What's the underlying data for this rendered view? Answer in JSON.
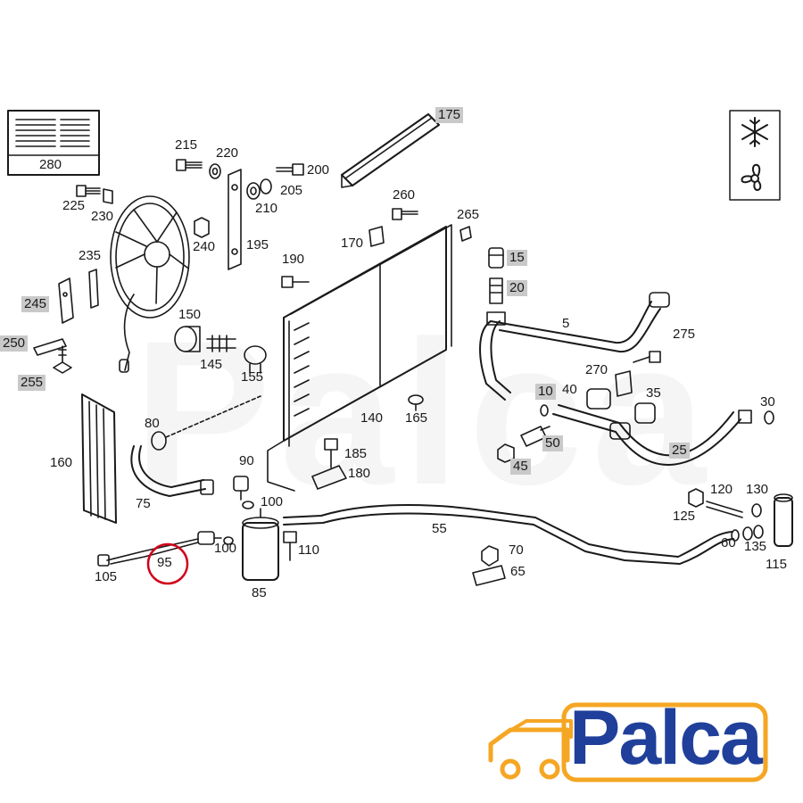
{
  "logo": {
    "text": "Palca"
  },
  "watermark": {
    "text": "Palca"
  },
  "highlight_color": "#d0021b",
  "brand_blue": "#1f3f9b",
  "brand_orange": "#f5a623",
  "icons": [
    "snowflake-icon",
    "fan-icon"
  ],
  "labels": [
    {
      "id": "280",
      "text": "280"
    },
    {
      "id": "175",
      "text": "175"
    },
    {
      "id": "215",
      "text": "215"
    },
    {
      "id": "220",
      "text": "220"
    },
    {
      "id": "200",
      "text": "200"
    },
    {
      "id": "205",
      "text": "205"
    },
    {
      "id": "210",
      "text": "210"
    },
    {
      "id": "225",
      "text": "225"
    },
    {
      "id": "230",
      "text": "230"
    },
    {
      "id": "240",
      "text": "240"
    },
    {
      "id": "195",
      "text": "195"
    },
    {
      "id": "260",
      "text": "260"
    },
    {
      "id": "265",
      "text": "265"
    },
    {
      "id": "170",
      "text": "170"
    },
    {
      "id": "235",
      "text": "235"
    },
    {
      "id": "190",
      "text": "190"
    },
    {
      "id": "15",
      "text": "15"
    },
    {
      "id": "20",
      "text": "20"
    },
    {
      "id": "245",
      "text": "245"
    },
    {
      "id": "150",
      "text": "150"
    },
    {
      "id": "5",
      "text": "5"
    },
    {
      "id": "275",
      "text": "275"
    },
    {
      "id": "250",
      "text": "250"
    },
    {
      "id": "145",
      "text": "145"
    },
    {
      "id": "155",
      "text": "155"
    },
    {
      "id": "270",
      "text": "270"
    },
    {
      "id": "255",
      "text": "255"
    },
    {
      "id": "10",
      "text": "10"
    },
    {
      "id": "40",
      "text": "40"
    },
    {
      "id": "35",
      "text": "35"
    },
    {
      "id": "30",
      "text": "30"
    },
    {
      "id": "80",
      "text": "80"
    },
    {
      "id": "140",
      "text": "140"
    },
    {
      "id": "165",
      "text": "165"
    },
    {
      "id": "50",
      "text": "50"
    },
    {
      "id": "160",
      "text": "160"
    },
    {
      "id": "185",
      "text": "185"
    },
    {
      "id": "25",
      "text": "25"
    },
    {
      "id": "90",
      "text": "90"
    },
    {
      "id": "180",
      "text": "180"
    },
    {
      "id": "45",
      "text": "45"
    },
    {
      "id": "120",
      "text": "120"
    },
    {
      "id": "130",
      "text": "130"
    },
    {
      "id": "75",
      "text": "75"
    },
    {
      "id": "100a",
      "text": "100"
    },
    {
      "id": "125",
      "text": "125"
    },
    {
      "id": "55",
      "text": "55"
    },
    {
      "id": "60",
      "text": "60"
    },
    {
      "id": "135",
      "text": "135"
    },
    {
      "id": "100b",
      "text": "100"
    },
    {
      "id": "110",
      "text": "110"
    },
    {
      "id": "70",
      "text": "70"
    },
    {
      "id": "95",
      "text": "95"
    },
    {
      "id": "115",
      "text": "115"
    },
    {
      "id": "105",
      "text": "105"
    },
    {
      "id": "65",
      "text": "65"
    },
    {
      "id": "85",
      "text": "85"
    }
  ]
}
